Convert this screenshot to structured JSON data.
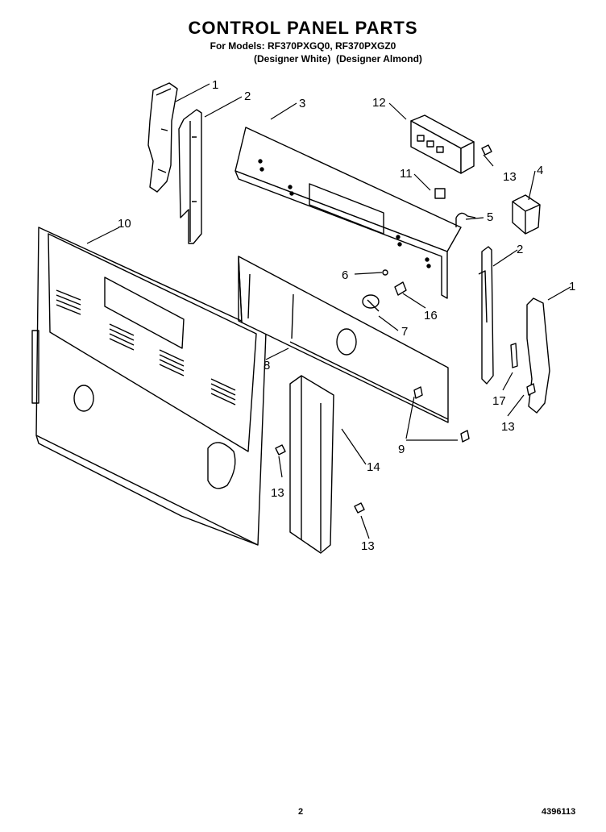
{
  "header": {
    "title": "CONTROL PANEL PARTS",
    "models": "For Models: RF370PXGQ0, RF370PXGZ0",
    "colors": "(Designer White)  (Designer Almond)"
  },
  "callouts": {
    "c1a": "1",
    "c2a": "2",
    "c3": "3",
    "c12": "12",
    "c13a": "13",
    "c4": "4",
    "c11": "11",
    "c5": "5",
    "c10": "10",
    "c2b": "2",
    "c1b": "1",
    "c6": "6",
    "c16": "16",
    "c7": "7",
    "c8": "8",
    "c17": "17",
    "c13b": "13",
    "c9": "9",
    "c14": "14",
    "c13c": "13",
    "c13d": "13"
  },
  "footer": {
    "page_number": "2",
    "doc_number": "4396113"
  }
}
